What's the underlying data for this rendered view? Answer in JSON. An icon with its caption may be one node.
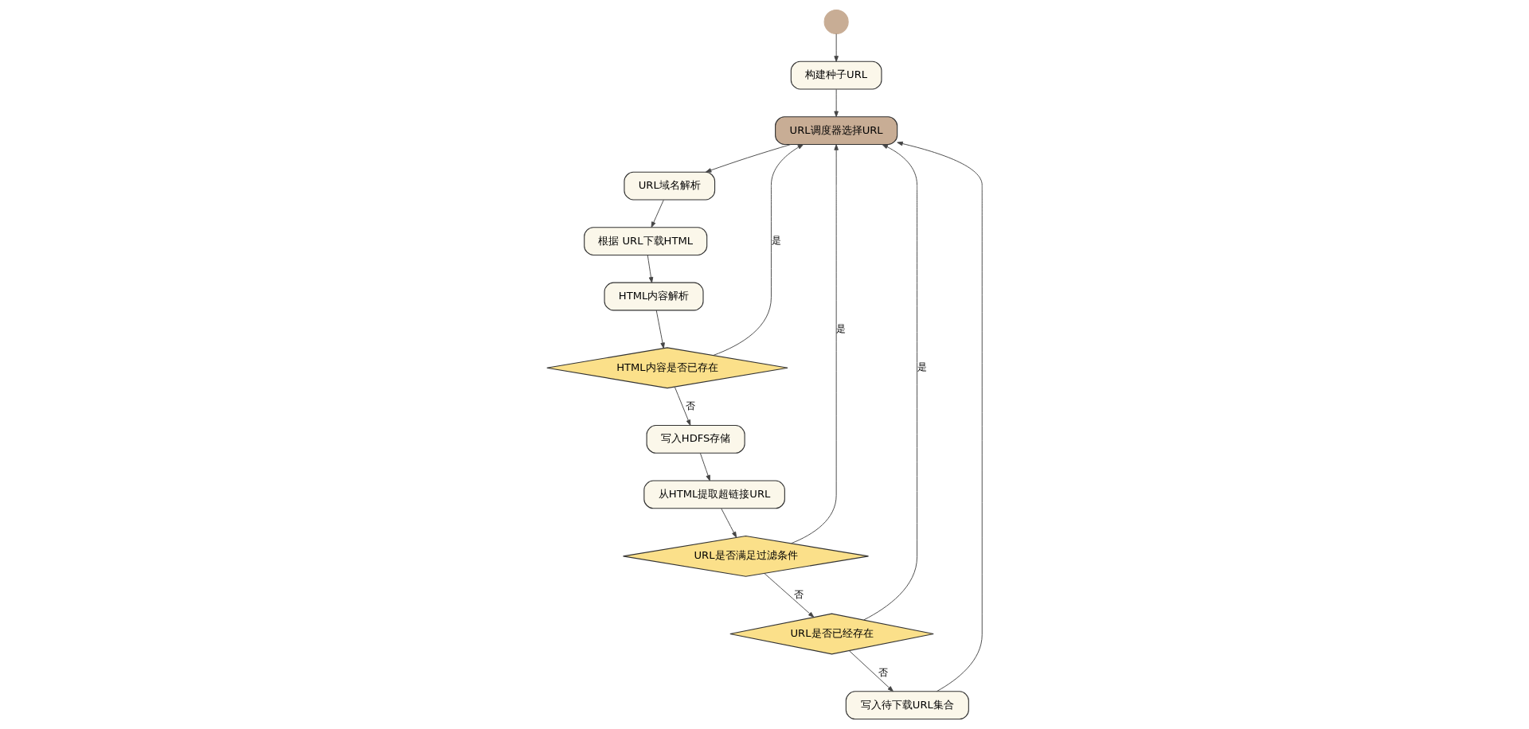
{
  "diagram": {
    "nodes": [
      {
        "text": [],
        "shape": "circle"
      },
      {
        "text": [
          "构建种子URL"
        ]
      },
      {
        "text": [
          "URL调度器选择URL"
        ]
      },
      {
        "text": [
          "URL域名解析"
        ]
      },
      {
        "text": [
          "根据 URL下载HTML"
        ]
      },
      {
        "text": [
          "HTML内容解析"
        ]
      },
      {
        "text": [
          "HTML内容是否已存在"
        ]
      },
      {
        "text": [
          "写入HDFS存储"
        ]
      },
      {
        "text": [
          "从HTML提取超链接URL"
        ]
      },
      {
        "text": [
          "URL是否满足过滤条件"
        ]
      },
      {
        "text": [
          "URL是否已经存在"
        ]
      },
      {
        "text": [
          "写入待下载URL集合"
        ]
      }
    ],
    "edges": [
      {
        "from": 0,
        "to": 1,
        "arrow": "to"
      },
      {
        "from": 1,
        "to": 2,
        "arrow": "to"
      },
      {
        "from": 2,
        "to": 3,
        "arrow": "to"
      },
      {
        "from": 3,
        "to": 4,
        "arrow": "to"
      },
      {
        "from": 4,
        "to": 5,
        "arrow": "to"
      },
      {
        "from": 5,
        "to": 6,
        "arrow": "to"
      },
      {
        "from": 6,
        "to": 2,
        "arrow": "to",
        "label": "是"
      },
      {
        "from": 6,
        "to": 7,
        "arrow": "to",
        "label": "否"
      },
      {
        "from": 7,
        "to": 8,
        "arrow": "to"
      },
      {
        "from": 8,
        "to": 9,
        "arrow": "to"
      },
      {
        "from": 9,
        "to": 2,
        "arrow": "to",
        "label": "是"
      },
      {
        "from": 9,
        "to": 10,
        "arrow": "to",
        "label": "否"
      },
      {
        "from": 10,
        "to": 2,
        "arrow": "to",
        "label": "是"
      },
      {
        "from": 10,
        "to": 11,
        "arrow": "to",
        "label": "否"
      },
      {
        "from": 11,
        "to": 2,
        "arrow": "to"
      }
    ]
  }
}
